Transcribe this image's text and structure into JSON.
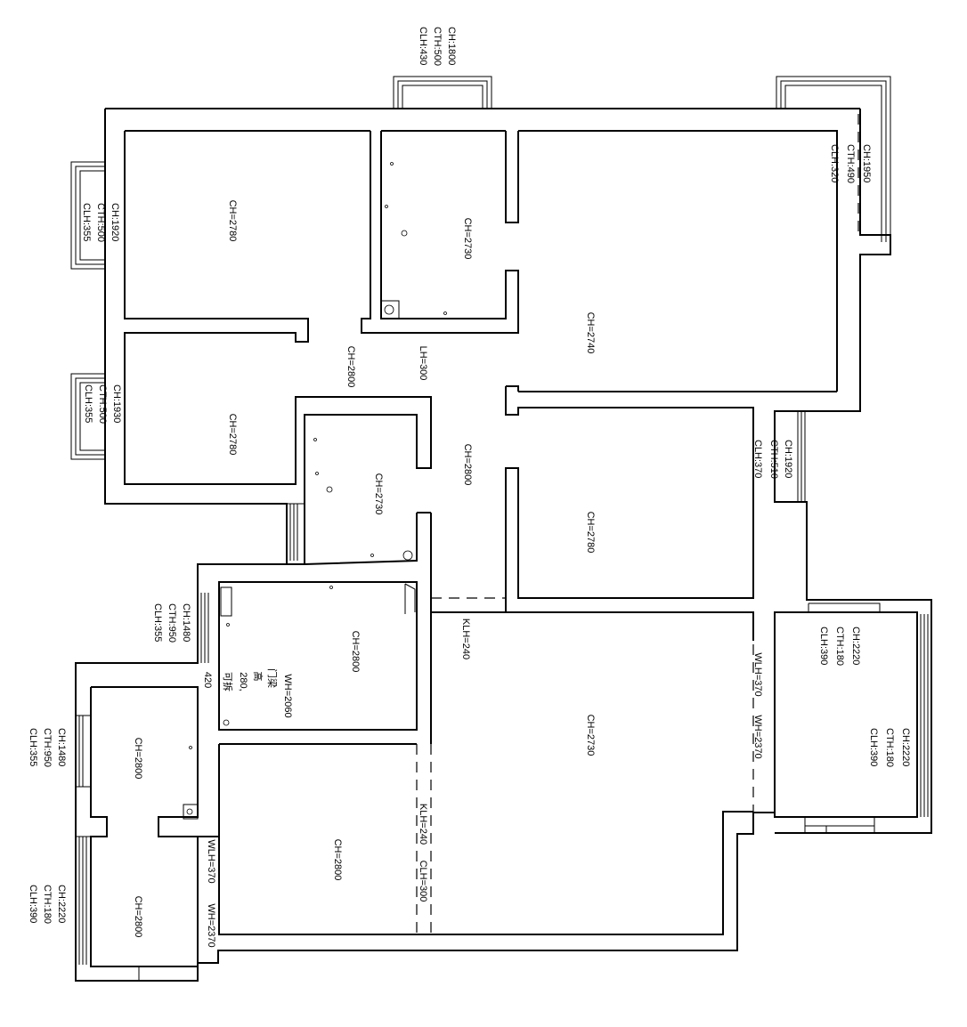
{
  "ceiling_labels": {
    "bed_a": "CH=2780",
    "bath_top": "CH=2730",
    "master": "CH=2740",
    "bed_b": "CH=2780",
    "corridor_upper": "CH=2800",
    "corridor_mid": "CH=2800",
    "bath_mid": "CH=2730",
    "bed_c": "CH=2780",
    "kitchen": "CH=2800",
    "living": "CH=2730",
    "dining": "CH=2800",
    "room_sw_upper": "CH=2800",
    "room_sw_lower": "CH=2800"
  },
  "beam_labels": {
    "lh_300": "LH=300",
    "klh_240_a": "KLH=240",
    "klh_240_b": "KLH=240",
    "clh_300": "CLH=300",
    "wlh_370_a": "WLH=370",
    "wh_2370_a": "WH=2370",
    "wlh_370_b": "WLH=370",
    "wh_2370_b": "WH=2370"
  },
  "kitchen_notes": {
    "wh": "WH=2060",
    "beam": "门梁",
    "height": "高",
    "value": "280,",
    "removable": "可拆",
    "num": "420"
  },
  "window_notes": {
    "top_center": [
      "CH:1800",
      "CTH:500",
      "CLH:430"
    ],
    "top_right": [
      "CH:1950",
      "CTH:490",
      "CLH:320"
    ],
    "left_upper": [
      "CH:1920",
      "CTH:500",
      "CLH:355"
    ],
    "left_mid": [
      "CH:1930",
      "CTH:500",
      "CLH:355"
    ],
    "right_mid": [
      "CH:1920",
      "CTH:510",
      "CLH:370"
    ],
    "left_kitchen": [
      "CH:1480",
      "CTH:950",
      "CLH:355"
    ],
    "left_sw": [
      "CH:1480",
      "CTH:950",
      "CLH:355"
    ],
    "left_sw_bottom": [
      "CH:2220",
      "CTH:180",
      "CLH:390"
    ],
    "balcony_top": [
      "CH:2220",
      "CTH:180",
      "CLH:390"
    ],
    "balcony_right": [
      "CH:2220",
      "CTH:180",
      "CLH:390"
    ]
  }
}
